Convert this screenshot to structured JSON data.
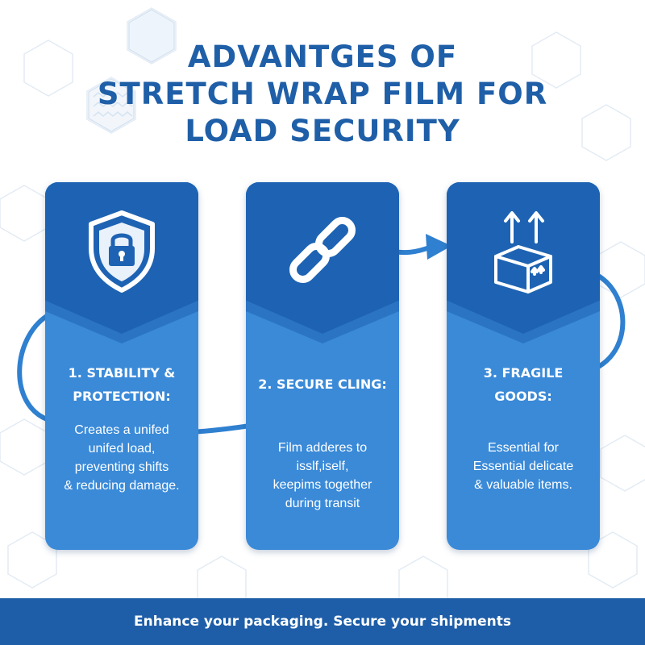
{
  "title": {
    "lines": [
      "ADVANTGES OF",
      "STRETCH WRAP FILM FOR",
      "LOAD SECURITY"
    ]
  },
  "cards": [
    {
      "icon": "shield-lock-icon",
      "heading_lines": [
        "1. STABILITY &",
        "PROTECTION:"
      ],
      "text_lines": [
        "Creates a unifed",
        "unifed load,",
        "preventing shifts",
        "& reducing damage."
      ]
    },
    {
      "icon": "chain-link-icon",
      "heading_lines": [
        "2. SECURE CLING:"
      ],
      "text_lines": [
        "Film adderes to",
        "isslf,iself,",
        "keepims together",
        "during transit"
      ]
    },
    {
      "icon": "box-up-arrows-icon",
      "heading_lines": [
        "3. FRAGILE",
        "GOODS:"
      ],
      "text_lines": [
        "Essential for",
        "Essential delicate",
        "& valuable items."
      ]
    }
  ],
  "footer": {
    "text": "Enhance your packaging. Secure your shipments"
  },
  "colors": {
    "title": "#1f5fa8",
    "card_dark": "#1e63b3",
    "card_light": "#3a8ad8",
    "footer": "#1e5ea8",
    "connector": "#2f80d0"
  }
}
